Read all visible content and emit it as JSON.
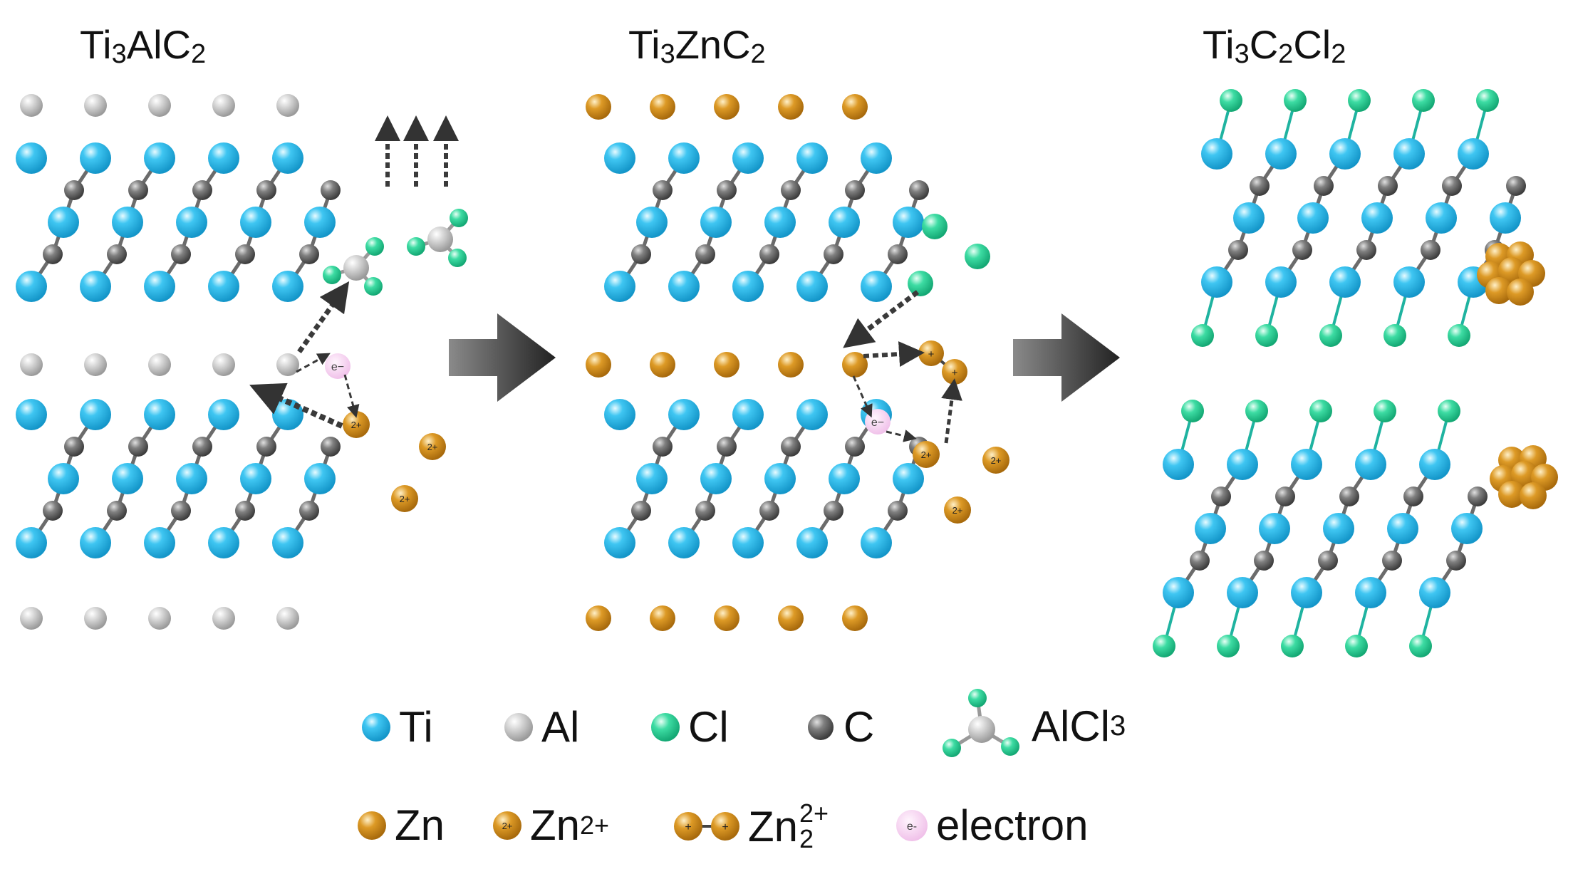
{
  "colors": {
    "Ti": "#25b8ec",
    "Al": "#cfcfcf",
    "Cl": "#2fd79a",
    "C": "#6f6f6f",
    "Zn": "#d7901a",
    "electron": "#f3c6ee",
    "arrow": "#3a3a3a",
    "bond_Ti_C": "#6e6e6e",
    "bond_Ti_Cl": "#1fb3a0"
  },
  "titles": {
    "panel1": {
      "main": "Ti",
      "s1": "3",
      "mid": "AlC",
      "s2": "2"
    },
    "panel2": {
      "main": "Ti",
      "s1": "3",
      "mid": "ZnC",
      "s2": "2"
    },
    "panel3": {
      "main": "Ti",
      "s1": "3",
      "mid": "C",
      "s2": "2",
      "mid2": "Cl",
      "s3": "2"
    }
  },
  "ion_label": "2+",
  "electron_label": "e−",
  "dimer_charge": "+",
  "legend": {
    "row1": [
      {
        "icon": "ti-atom-icon",
        "label": "Ti"
      },
      {
        "icon": "al-atom-icon",
        "label": "Al"
      },
      {
        "icon": "cl-atom-icon",
        "label": "Cl"
      },
      {
        "icon": "c-atom-icon",
        "label": "C"
      },
      {
        "icon": "alcl3-molecule-icon",
        "label": "AlCl",
        "sub": "3"
      }
    ],
    "row2": [
      {
        "icon": "zn-atom-icon",
        "label": "Zn"
      },
      {
        "icon": "zn-ion-icon",
        "label": "Zn",
        "sup": "2+"
      },
      {
        "icon": "zn-dimer-icon",
        "label": "Zn",
        "sub": "2",
        "sup": "2+"
      },
      {
        "icon": "electron-icon",
        "label": "electron"
      }
    ]
  }
}
